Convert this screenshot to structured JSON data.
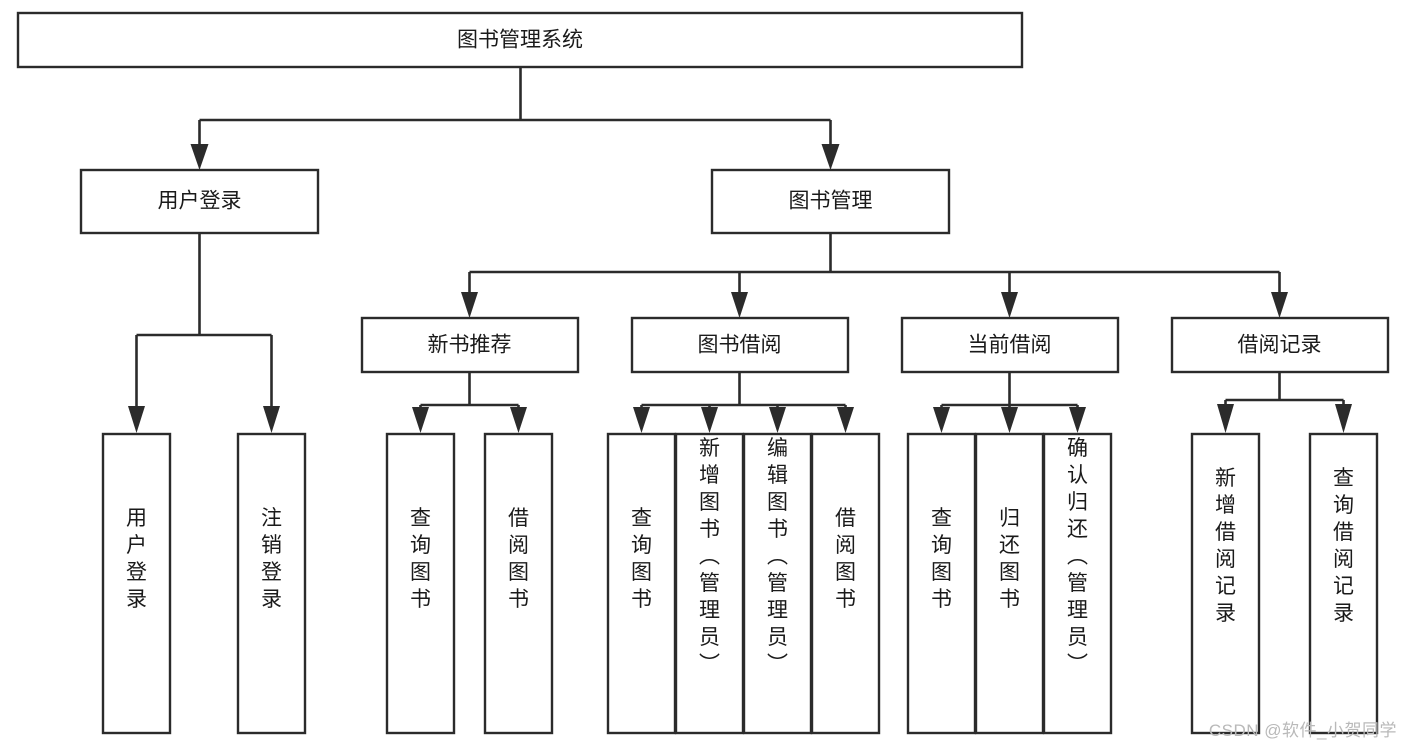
{
  "diagram": {
    "type": "tree-hierarchy-flowchart",
    "root": {
      "id": "root",
      "label": "图书管理系统",
      "orientation": "horizontal"
    },
    "level2": [
      {
        "id": "user-login",
        "label": "用户登录",
        "orientation": "horizontal"
      },
      {
        "id": "book-management",
        "label": "图书管理",
        "orientation": "horizontal"
      }
    ],
    "level3": [
      {
        "id": "new-book-recommend",
        "label": "新书推荐",
        "orientation": "horizontal",
        "parent": "book-management"
      },
      {
        "id": "book-borrow",
        "label": "图书借阅",
        "orientation": "horizontal",
        "parent": "book-management"
      },
      {
        "id": "current-borrow",
        "label": "当前借阅",
        "orientation": "horizontal",
        "parent": "book-management"
      },
      {
        "id": "borrow-record",
        "label": "借阅记录",
        "orientation": "horizontal",
        "parent": "book-management"
      }
    ],
    "leaves": {
      "user-login": [
        {
          "id": "leaf-user-login",
          "label": "用户登录",
          "orientation": "vertical"
        },
        {
          "id": "leaf-user-logout",
          "label": "注销登录",
          "orientation": "vertical"
        }
      ],
      "new-book-recommend": [
        {
          "id": "leaf-query-book-1",
          "label": "查询图书",
          "orientation": "vertical"
        },
        {
          "id": "leaf-borrow-book-1",
          "label": "借阅图书",
          "orientation": "vertical"
        }
      ],
      "book-borrow": [
        {
          "id": "leaf-query-book-2",
          "label": "查询图书",
          "orientation": "vertical"
        },
        {
          "id": "leaf-add-book-admin",
          "label": "新增图书（管理员）",
          "orientation": "vertical"
        },
        {
          "id": "leaf-edit-book-admin",
          "label": "编辑图书（管理员）",
          "orientation": "vertical"
        },
        {
          "id": "leaf-borrow-book-2",
          "label": "借阅图书",
          "orientation": "vertical"
        }
      ],
      "current-borrow": [
        {
          "id": "leaf-query-book-3",
          "label": "查询图书",
          "orientation": "vertical"
        },
        {
          "id": "leaf-return-book",
          "label": "归还图书",
          "orientation": "vertical"
        },
        {
          "id": "leaf-confirm-return-admin",
          "label": "确认归还（管理员）",
          "orientation": "vertical"
        }
      ],
      "borrow-record": [
        {
          "id": "leaf-add-borrow-record",
          "label": "新增借阅记录",
          "orientation": "vertical"
        },
        {
          "id": "leaf-query-borrow-record",
          "label": "查询借阅记录",
          "orientation": "vertical"
        }
      ]
    }
  },
  "colors": {
    "background": "#ffffff",
    "box_fill": "#ffffff",
    "box_stroke": "#2b2b2b",
    "connector": "#2b2b2b",
    "text": "#1a1a1a",
    "watermark": "#b9b9b9"
  },
  "watermark": {
    "text": "CSDN @软件_小贺同学"
  }
}
